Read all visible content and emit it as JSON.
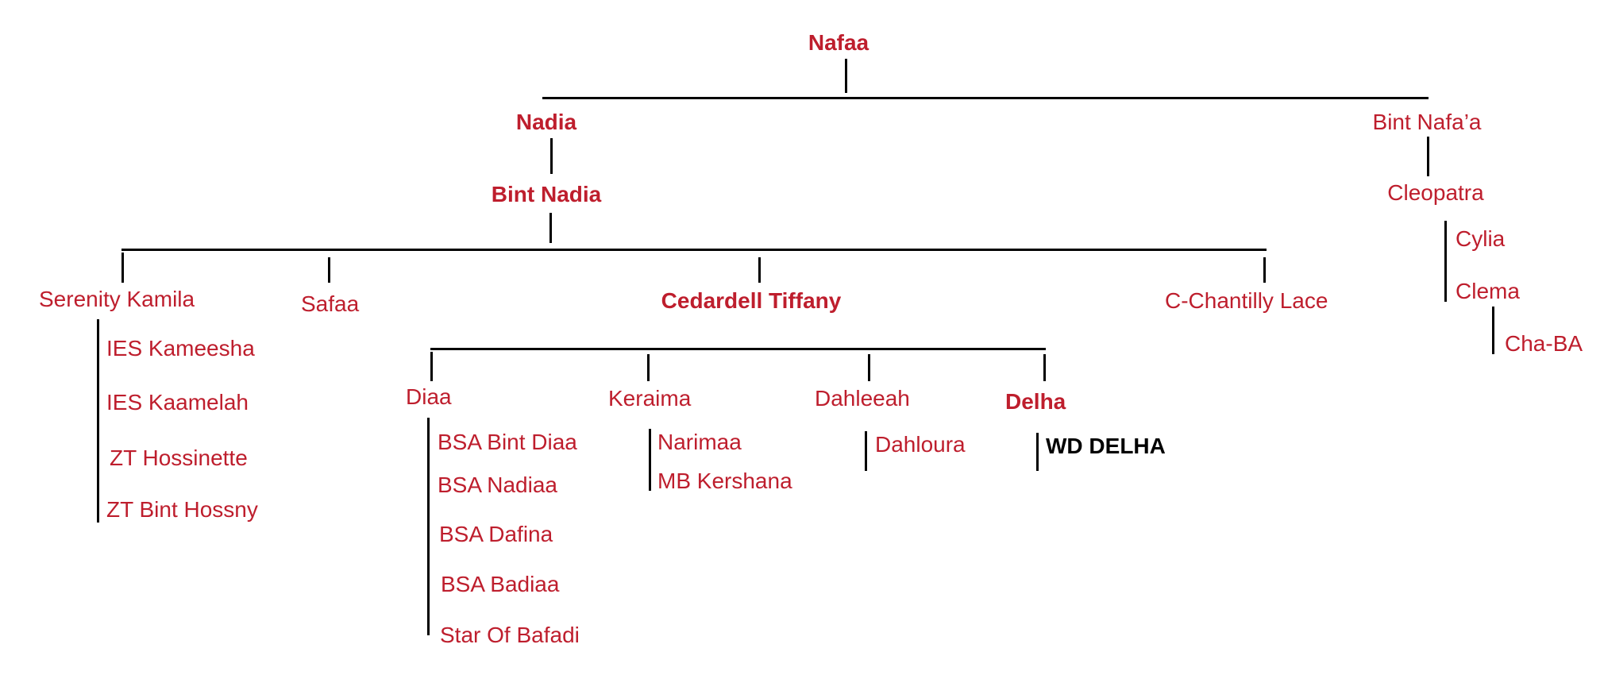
{
  "colors": {
    "name_text": "#be1e2d",
    "highlight_text": "#000000",
    "lines": "#000000"
  },
  "tree": {
    "root": "Nafaa",
    "nadia": "Nadia",
    "bint_nadia": "Bint Nadia",
    "bint_nafaa": "Bint Nafa’a",
    "cleopatra": "Cleopatra",
    "cylia": "Cylia",
    "clema": "Clema",
    "cha_ba": "Cha-BA",
    "serenity_kamila": "Serenity Kamila",
    "serenity_children": [
      "IES Kameesha",
      "IES Kaamelah",
      "ZT Hossinette",
      "ZT Bint Hossny"
    ],
    "safaa": "Safaa",
    "cedardell_tiffany": "Cedardell Tiffany",
    "c_chantilly_lace": "C-Chantilly Lace",
    "diaa": "Diaa",
    "diaa_children": [
      "BSA Bint Diaa",
      "BSA Nadiaa",
      "BSA Dafina",
      "BSA Badiaa",
      "Star Of Bafadi"
    ],
    "keraima": "Keraima",
    "keraima_children": [
      "Narimaa",
      "MB Kershana"
    ],
    "dahleeah": "Dahleeah",
    "dahleeah_children": [
      "Dahloura"
    ],
    "delha": "Delha",
    "delha_children": [
      "WD DELHA"
    ]
  }
}
